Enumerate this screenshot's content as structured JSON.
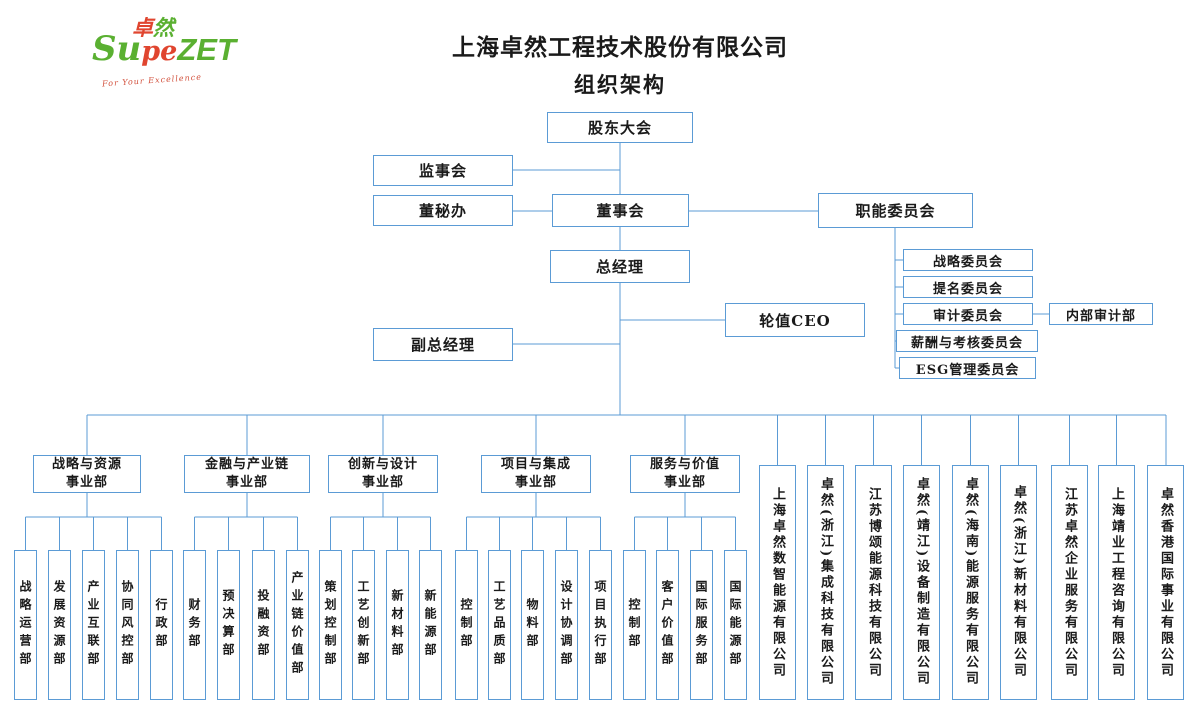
{
  "brand": {
    "cn_char1": "卓",
    "cn_char2": "然",
    "en_part1": "Su",
    "en_part2": "pe",
    "en_part3": "ZET",
    "tagline": "For Your Excellence"
  },
  "title": {
    "line1": "上海卓然工程技术股份有限公司",
    "line2": "组织架构"
  },
  "nodes": {
    "shareholders_meeting": "股东大会",
    "supervisory_board": "监事会",
    "board_secretary_office": "董秘办",
    "board_of_directors": "董事会",
    "functional_committees": "职能委员会",
    "general_manager": "总经理",
    "rotating_ceo": "轮值CEO",
    "deputy_general_manager": "副总经理",
    "internal_audit_dept": "内部审计部"
  },
  "committees": [
    "战略委员会",
    "提名委员会",
    "审计委员会",
    "薪酬与考核委员会",
    "ESG管理委员会"
  ],
  "divisions": [
    {
      "line1": "战略与资源",
      "line2": "事业部"
    },
    {
      "line1": "金融与产业链",
      "line2": "事业部"
    },
    {
      "line1": "创新与设计",
      "line2": "事业部"
    },
    {
      "line1": "项目与集成",
      "line2": "事业部"
    },
    {
      "line1": "服务与价值",
      "line2": "事业部"
    }
  ],
  "departments": [
    "战略运营部",
    "发展资源部",
    "产业互联部",
    "协同风控部",
    "行政部",
    "财务部",
    "预决算部",
    "投融资部",
    "产业链价值部",
    "策划控制部",
    "工艺创新部",
    "新材料部",
    "新能源部",
    "控制部",
    "工艺品质部",
    "物料部",
    "设计协调部",
    "项目执行部",
    "控制部",
    "客户价值部",
    "国际服务部",
    "国际能源部"
  ],
  "companies": [
    "上海卓然数智能源有限公司",
    "卓然(浙江)集成科技有限公司",
    "江苏博颂能源科技有限公司",
    "卓然(靖江)设备制造有限公司",
    "卓然(海南)能源服务有限公司",
    "卓然(浙江)新材料有限公司",
    "江苏卓然企业服务有限公司",
    "上海靖业工程咨询有限公司",
    "卓然香港国际事业有限公司"
  ],
  "colors": {
    "connector_line": "#5b9bd5",
    "brand_green": "#5ab031",
    "brand_red": "#e0452f",
    "text": "#1a1a1a"
  }
}
